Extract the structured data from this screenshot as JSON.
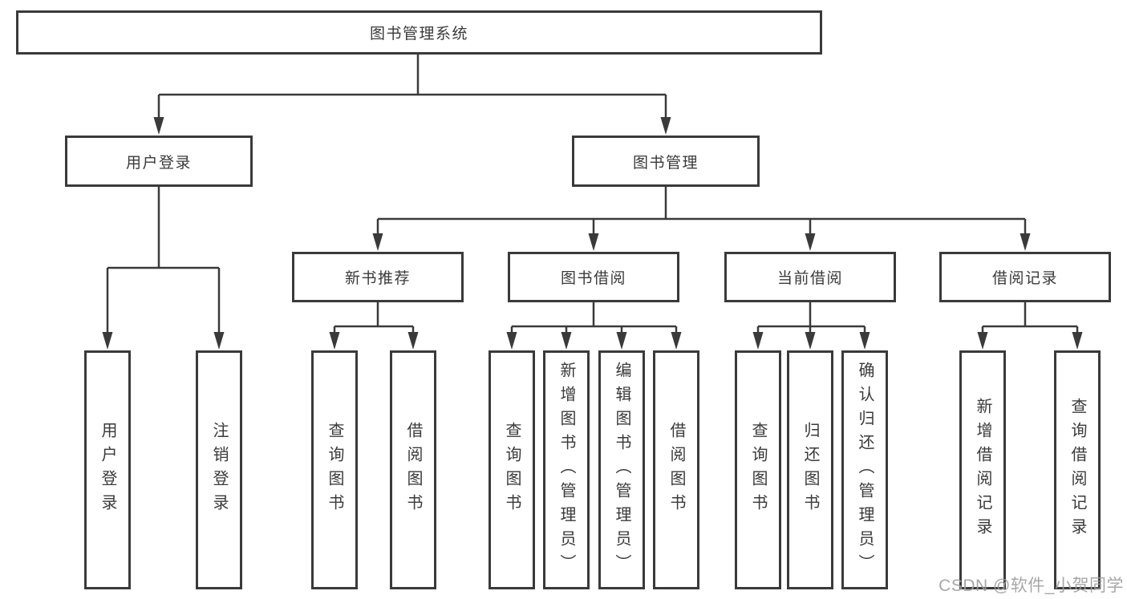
{
  "tree": {
    "root": {
      "label": "图书管理系统"
    },
    "level2": [
      {
        "label": "用户登录",
        "parent": "图书管理系统"
      },
      {
        "label": "图书管理",
        "parent": "图书管理系统"
      }
    ],
    "level3": [
      {
        "label": "新书推荐",
        "parent": "图书管理"
      },
      {
        "label": "图书借阅",
        "parent": "图书管理"
      },
      {
        "label": "当前借阅",
        "parent": "图书管理"
      },
      {
        "label": "借阅记录",
        "parent": "图书管理"
      }
    ],
    "leaves": [
      {
        "label": "用户登录",
        "parent": "用户登录"
      },
      {
        "label": "注销登录",
        "parent": "用户登录"
      },
      {
        "label": "查询图书",
        "parent": "新书推荐"
      },
      {
        "label": "借阅图书",
        "parent": "新书推荐"
      },
      {
        "label": "查询图书",
        "parent": "图书借阅"
      },
      {
        "label": "新增图书（管理员）",
        "parent": "图书借阅"
      },
      {
        "label": "编辑图书（管理员）",
        "parent": "图书借阅"
      },
      {
        "label": "借阅图书",
        "parent": "图书借阅"
      },
      {
        "label": "查询图书",
        "parent": "当前借阅"
      },
      {
        "label": "归还图书",
        "parent": "当前借阅"
      },
      {
        "label": "确认归还（管理员）",
        "parent": "当前借阅"
      },
      {
        "label": "新增借阅记录",
        "parent": "借阅记录"
      },
      {
        "label": "查询借阅记录",
        "parent": "借阅记录"
      }
    ]
  },
  "watermark": {
    "text": "CSDN @软件_小贺同学"
  },
  "colors": {
    "line": "#3a3a3a",
    "text": "#3a3a3a",
    "box_background": "#ffffff",
    "page_background": "#ffffff",
    "watermark": "#9e9e9e"
  }
}
